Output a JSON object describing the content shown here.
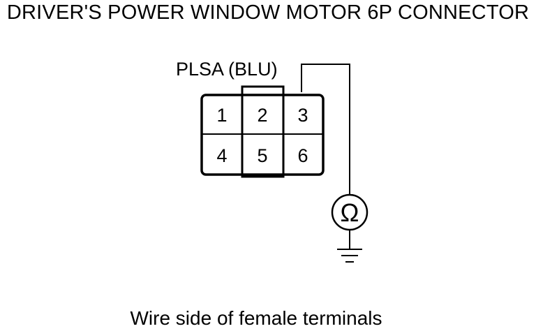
{
  "title": "DRIVER'S POWER WINDOW MOTOR 6P CONNECTOR",
  "wire_label": "PLSA (BLU)",
  "terminals": [
    "1",
    "2",
    "3",
    "4",
    "5",
    "6"
  ],
  "meter_symbol": "Ω",
  "caption": "Wire side of female terminals"
}
